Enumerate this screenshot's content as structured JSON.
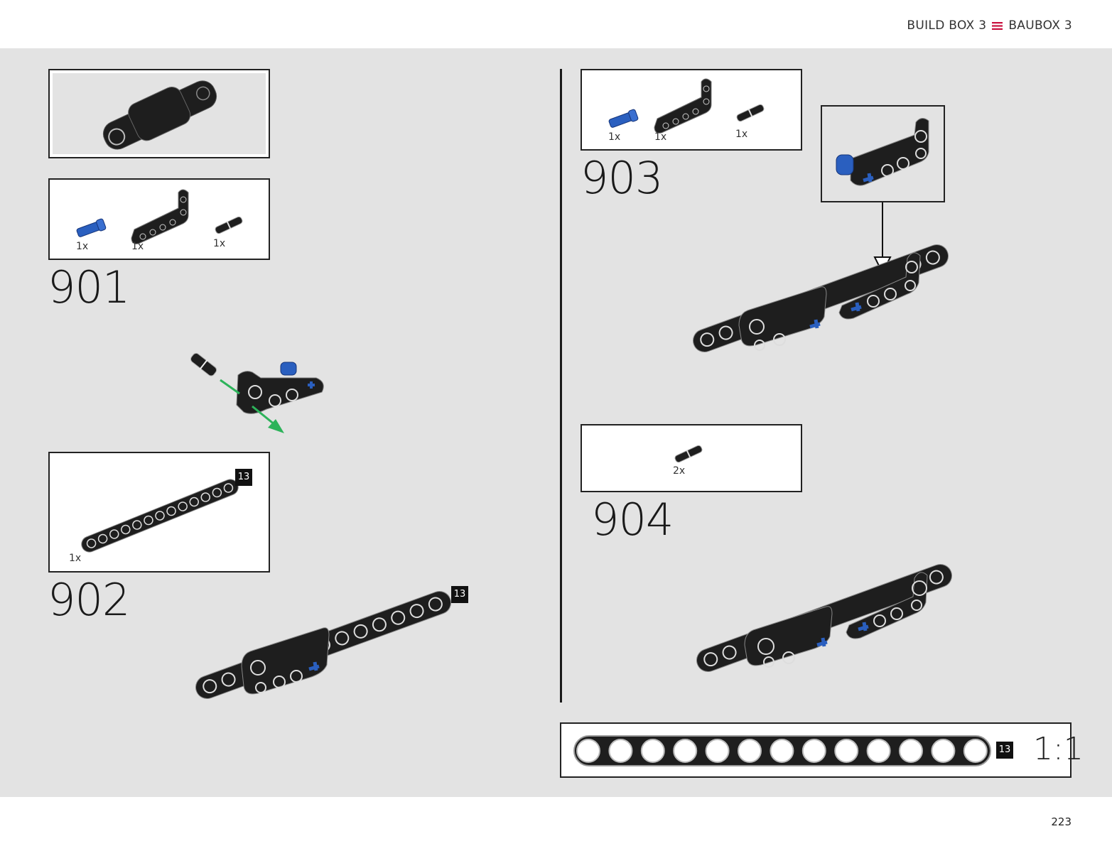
{
  "header": {
    "title_en": "BUILD BOX 3",
    "title_de": "BAUBOX 3",
    "accent_color": "#c8103e"
  },
  "page_number": "223",
  "colors": {
    "background": "#e3e3e3",
    "part_black": "#1e1e1e",
    "part_blue": "#2a5fbf",
    "arrow_green": "#2db35a"
  },
  "steps": [
    {
      "number": "901",
      "parts": [
        {
          "icon": "blue-axle-pin-icon",
          "qty": "1x"
        },
        {
          "icon": "l-beam-icon",
          "qty": "1x"
        },
        {
          "icon": "friction-pin-icon",
          "qty": "1x"
        }
      ]
    },
    {
      "number": "902",
      "parts": [
        {
          "icon": "beam-13-icon",
          "qty": "1x",
          "length": "13"
        }
      ],
      "callout_length": "13"
    },
    {
      "number": "903",
      "parts": [
        {
          "icon": "blue-axle-pin-icon",
          "qty": "1x"
        },
        {
          "icon": "l-beam-icon",
          "qty": "1x"
        },
        {
          "icon": "friction-pin-icon",
          "qty": "1x"
        }
      ]
    },
    {
      "number": "904",
      "parts": [
        {
          "icon": "friction-pin-icon",
          "qty": "2x"
        }
      ]
    }
  ],
  "scale_ruler": {
    "length": "13",
    "label": "1:1"
  }
}
